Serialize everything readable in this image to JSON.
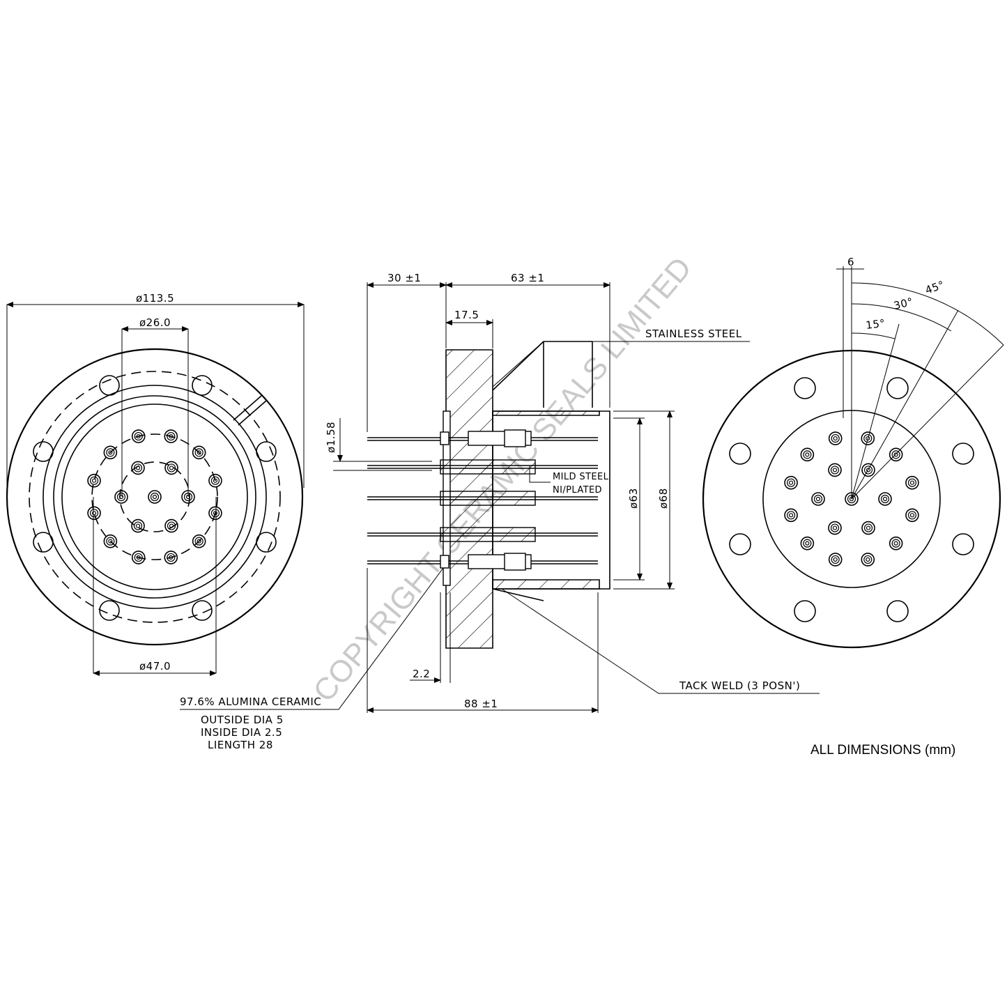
{
  "watermark": "COPYRIGHT CERAMIC SEALS LIMITED",
  "footer_note": "ALL DIMENSIONS (mm)",
  "front_view": {
    "dia_outer": "ø113.5",
    "dia_inner": "ø26.0",
    "dia_bolt": "ø47.0"
  },
  "side_view": {
    "dim_flange": "30 ±1",
    "dim_body": "63 ±1",
    "dim_thickness": "17.5",
    "dim_pin": "ø1.58",
    "dim_bore": "ø63",
    "dim_tube": "ø68",
    "dim_plate": "2.2",
    "dim_overall": "88 ±1",
    "label_steel": "STAINLESS STEEL",
    "label_mild": "MILD STEEL",
    "label_plated": "NI/PLATED",
    "label_weld": "TACK WELD (3 POSN')",
    "ceramic_title": "97.6% ALUMINA CERAMIC",
    "ceramic_lines": [
      "OUTSIDE DIA 5",
      "INSIDE DIA 2.5",
      "LIENGTH  28"
    ]
  },
  "rear_view": {
    "dim_offset": "6",
    "angle_15": "15°",
    "angle_30": "30°",
    "angle_45": "45°"
  }
}
